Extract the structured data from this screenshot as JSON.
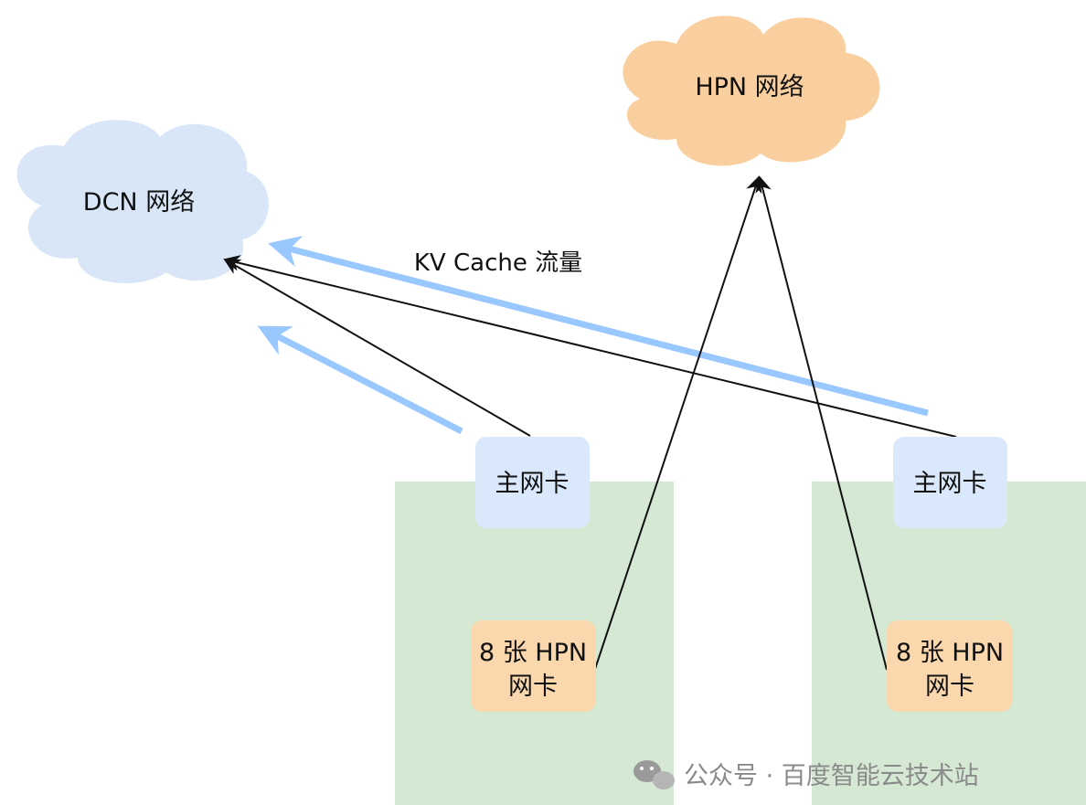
{
  "diagram": {
    "hpn_cloud": {
      "label": "HPN 网络",
      "fill": "#f9cf9f"
    },
    "dcn_cloud": {
      "label": "DCN 网络",
      "fill": "#d8e6f7"
    },
    "kv_cache_label": "KV Cache 流量",
    "left_server": {
      "main_nic": "主网卡",
      "hpn_nic_line1": "8 张 HPN",
      "hpn_nic_line2": "网卡"
    },
    "right_server": {
      "main_nic": "主网卡",
      "hpn_nic_line1": "8 张 HPN",
      "hpn_nic_line2": "网卡"
    },
    "colors": {
      "server_area": "#d5e8d4",
      "main_nic": "#dae8fc",
      "hpn_nic": "#fad7ac",
      "kv_arrow": "#99c7ff",
      "connection": "#111111"
    }
  },
  "watermark": {
    "text": "公众号 · 百度智能云技术站",
    "icon": "wechat-icon"
  }
}
